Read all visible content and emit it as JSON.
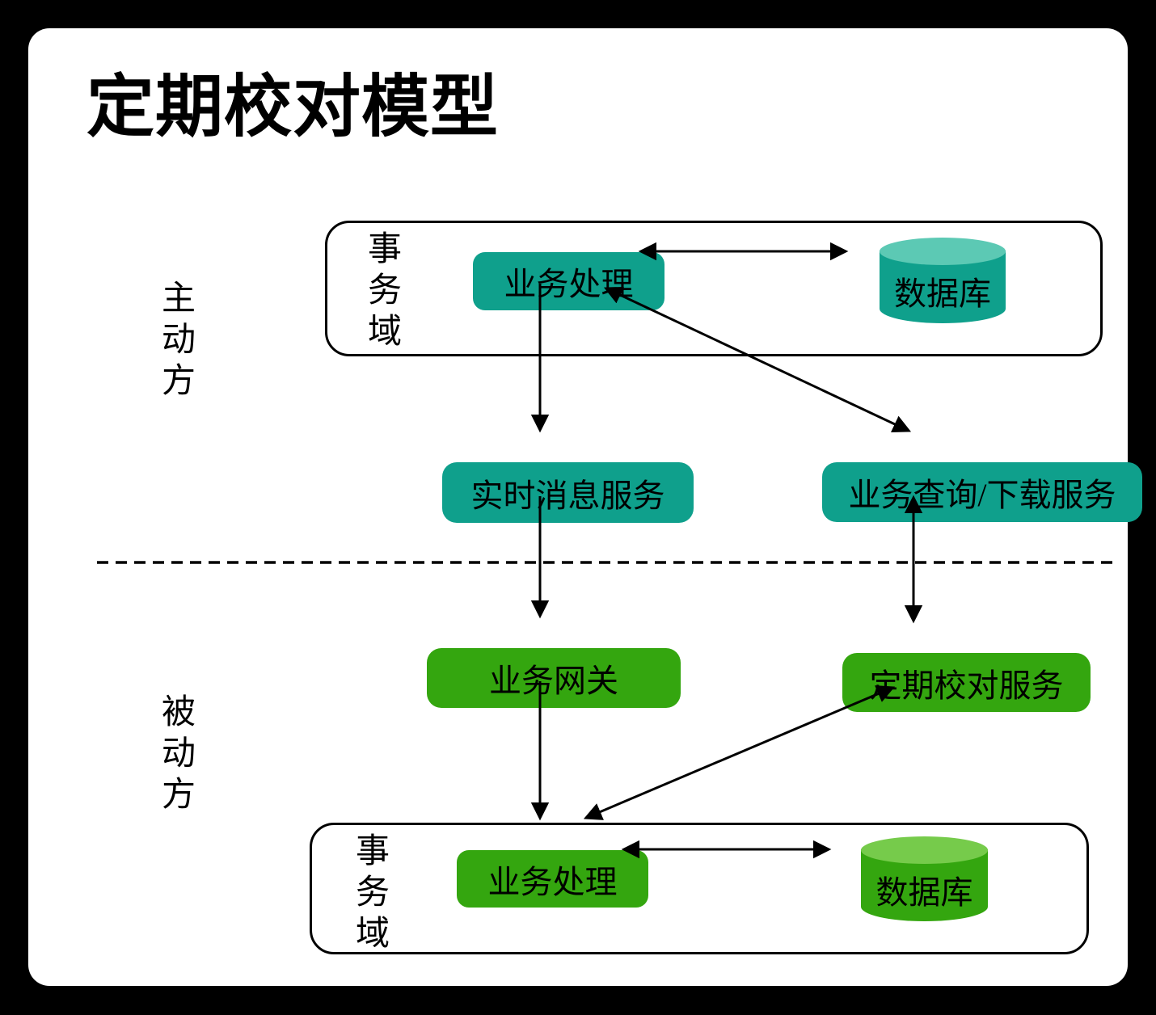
{
  "title": "定期校对模型",
  "colors": {
    "teal": "#0FA08C",
    "teal_light": "#5CC9B4",
    "green": "#34A60F",
    "green_light": "#76CB4B",
    "line": "#000000",
    "page_bg": "#FFFFFF",
    "frame_bg": "#000000"
  },
  "side_labels": {
    "active_party": "主动方",
    "passive_party": "被动方"
  },
  "top_domain": {
    "label": "事务域",
    "process": "业务处理",
    "database": "数据库"
  },
  "middle_nodes": {
    "realtime_service": "实时消息服务",
    "query_service": "业务查询/下载服务"
  },
  "lower_nodes": {
    "gateway": "业务网关",
    "reconciliation_service": "定期校对服务"
  },
  "bottom_domain": {
    "label": "事务域",
    "process": "业务处理",
    "database": "数据库"
  },
  "edges": [
    {
      "from": "top-process",
      "to": "top-database",
      "type": "bidirectional"
    },
    {
      "from": "top-process",
      "to": "realtime-service",
      "type": "one-way"
    },
    {
      "from": "top-process",
      "to": "query-service",
      "type": "bidirectional"
    },
    {
      "from": "realtime-service",
      "to": "gateway",
      "type": "one-way"
    },
    {
      "from": "query-service",
      "to": "reconciliation-service",
      "type": "bidirectional"
    },
    {
      "from": "gateway",
      "to": "bottom-process",
      "type": "one-way"
    },
    {
      "from": "bottom-process",
      "to": "reconciliation-service",
      "type": "bidirectional"
    },
    {
      "from": "bottom-process",
      "to": "bottom-database",
      "type": "bidirectional"
    },
    {
      "divider": "dashed line between active and passive party"
    }
  ]
}
